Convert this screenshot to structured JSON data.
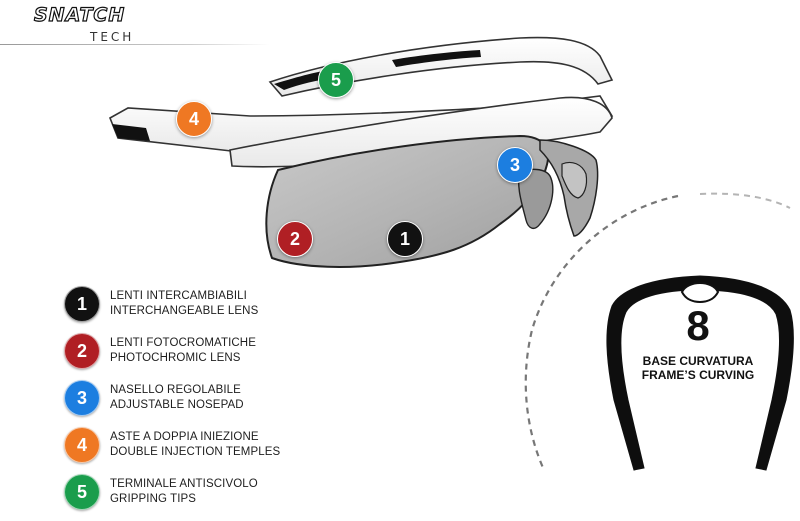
{
  "brand": {
    "name": "SNATCH",
    "sub": "TECH"
  },
  "markers": [
    {
      "label": "1",
      "color": "#111111"
    },
    {
      "label": "2",
      "color": "#b01f24"
    },
    {
      "label": "3",
      "color": "#1c7ee0"
    },
    {
      "label": "4",
      "color": "#ef7823"
    },
    {
      "label": "5",
      "color": "#1a9d4c"
    }
  ],
  "legend": [
    {
      "num": "1",
      "line1": "LENTI INTERCAMBIABILI",
      "line2": "INTERCHANGEABLE LENS",
      "color": "#111111"
    },
    {
      "num": "2",
      "line1": "LENTI FOTOCROMATICHE",
      "line2": "PHOTOCHROMIC LENS",
      "color": "#b01f24"
    },
    {
      "num": "3",
      "line1": "NASELLO REGOLABILE",
      "line2": "ADJUSTABLE NOSEPAD",
      "color": "#1c7ee0"
    },
    {
      "num": "4",
      "line1": "ASTE A DOPPIA INIEZIONE",
      "line2": "DOUBLE INJECTION TEMPLES",
      "color": "#ef7823"
    },
    {
      "num": "5",
      "line1": "TERMINALE ANTISCIVOLO",
      "line2": "GRIPPING TIPS",
      "color": "#1a9d4c"
    }
  ],
  "curvature": {
    "value": "8",
    "line1": "BASE CURVATURA",
    "line2": "FRAME’S CURVING"
  },
  "colors": {
    "frame": "#ffffff",
    "lens": "#b9b9b9",
    "tips": "#111111"
  }
}
